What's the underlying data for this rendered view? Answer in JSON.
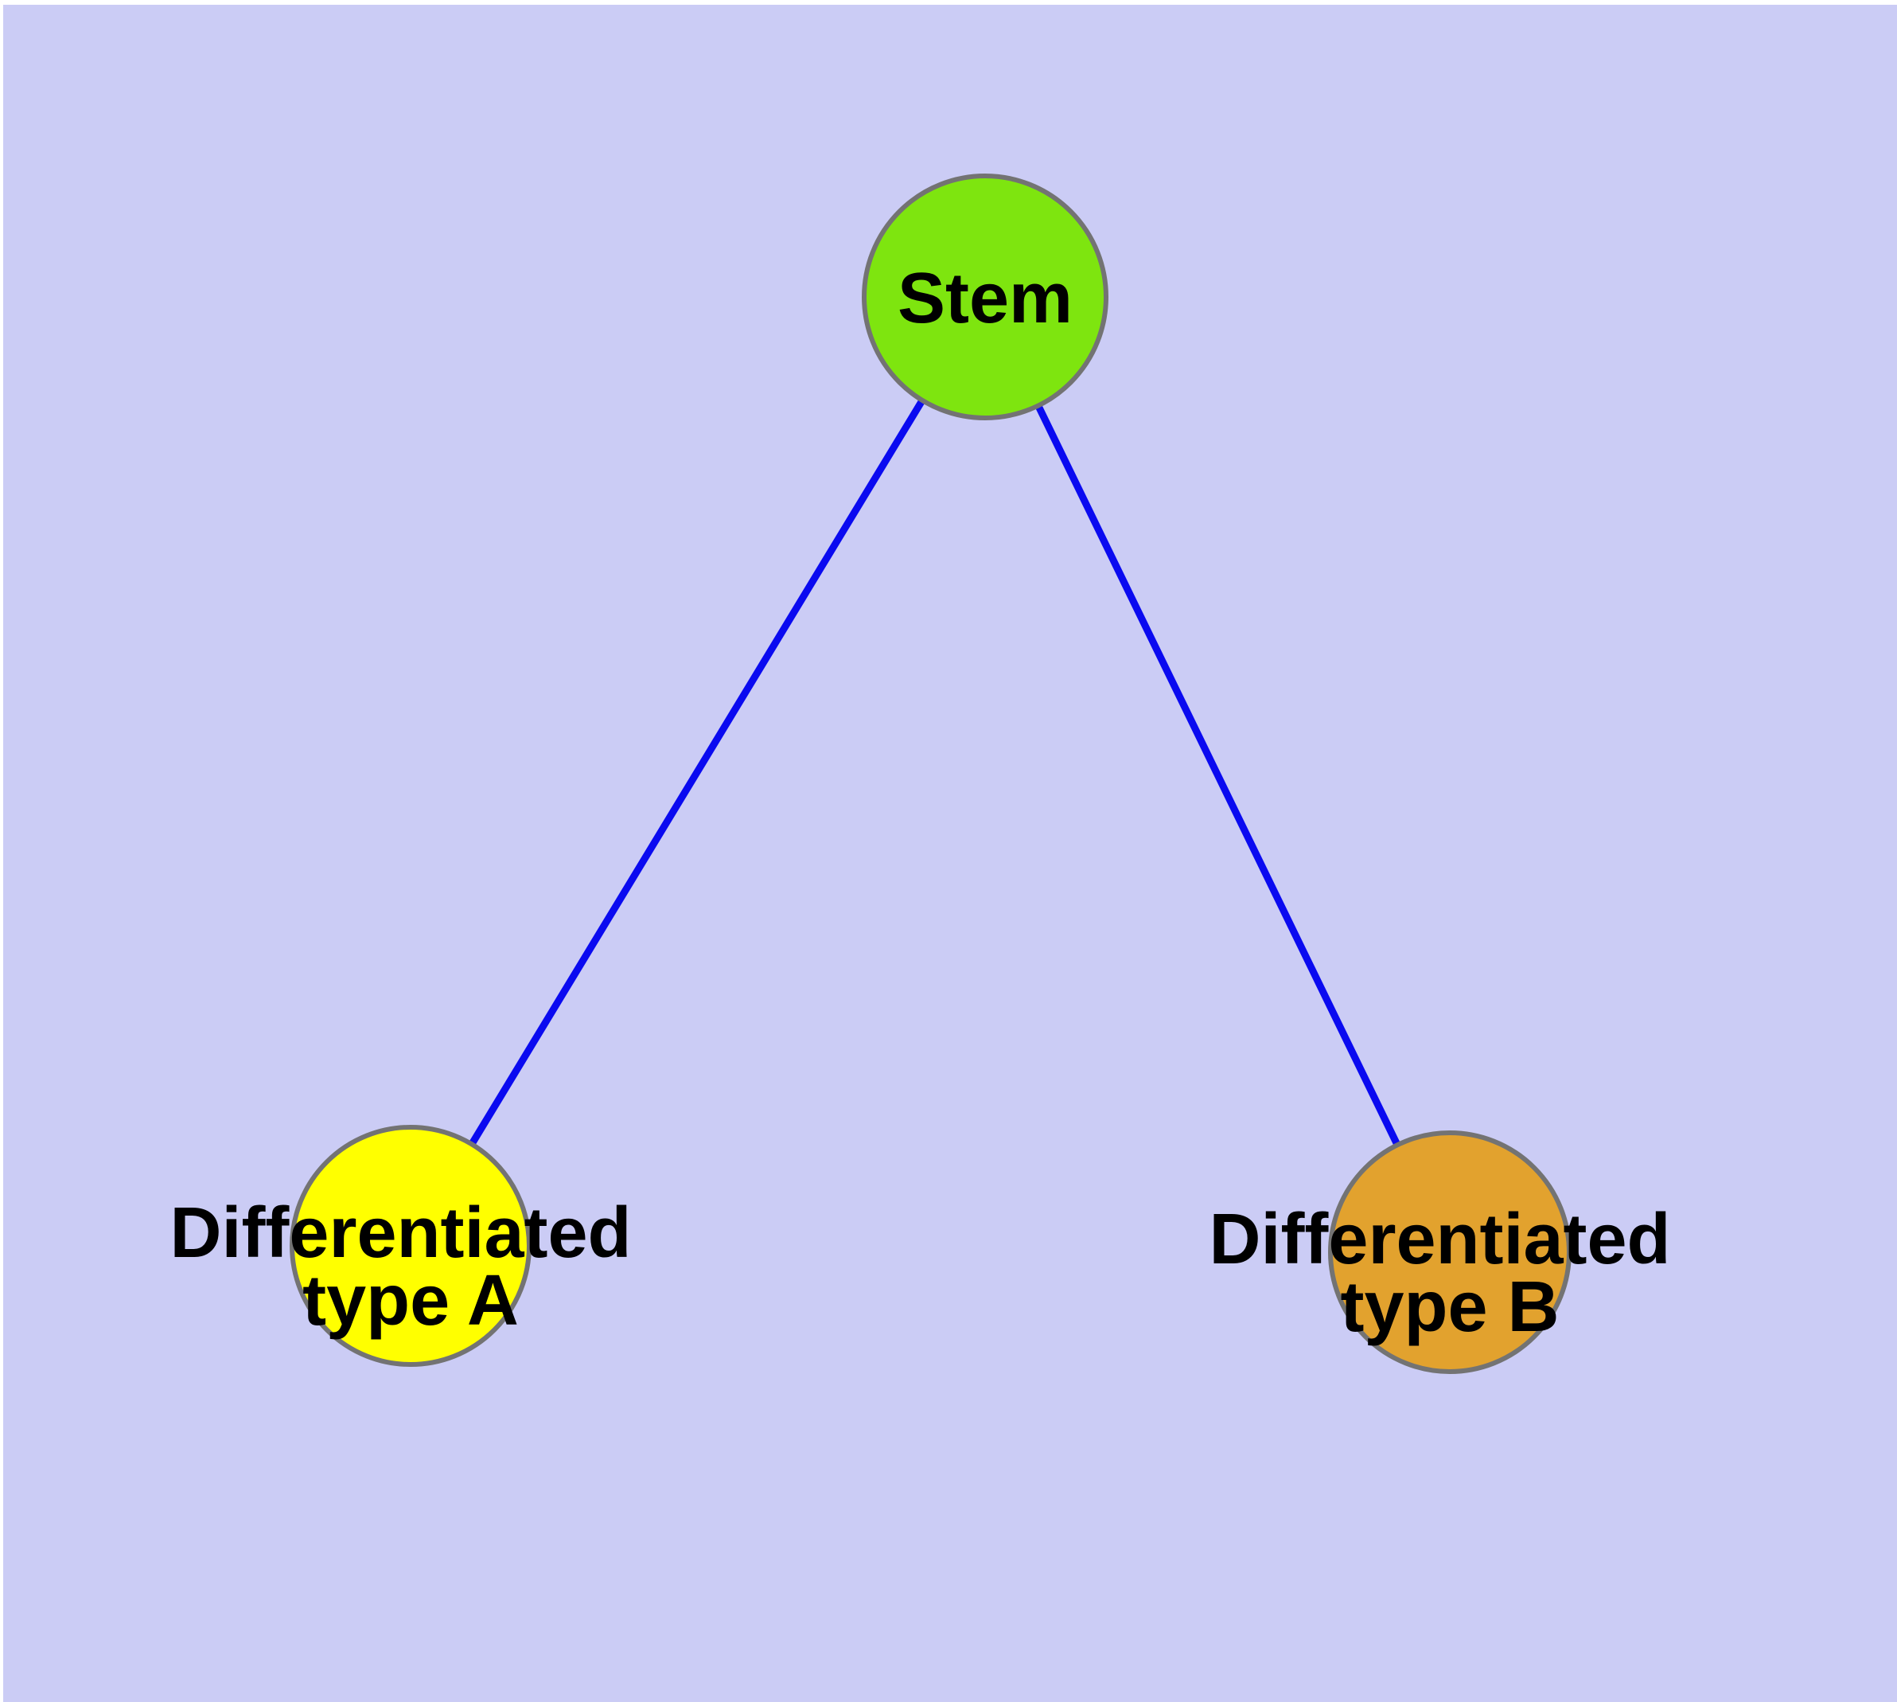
{
  "diagram": {
    "description": "Cell differentiation graph: one stem node with two differentiated daughter types",
    "background_color": "#cbccf5",
    "frame_color": "#ffffff",
    "edge_color": "#0a0af0",
    "node_border_color": "#737373",
    "label_color": "#000000",
    "nodes": {
      "stem": {
        "label": "Stem",
        "color": "#7ee50f"
      },
      "type_a": {
        "label": "Differentiated type A",
        "line1": "Differentiated",
        "line2": "type A",
        "color": "#ffff00"
      },
      "type_b": {
        "label": "Differentiated type B",
        "line1": "Differentiated",
        "line2": "type B",
        "color": "#e2a22e"
      }
    },
    "edges": [
      {
        "from": "Stem",
        "to": "Differentiated type A"
      },
      {
        "from": "Stem",
        "to": "Differentiated type B"
      }
    ]
  }
}
